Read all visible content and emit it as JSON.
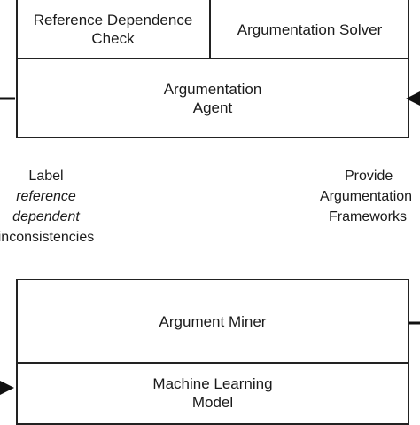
{
  "top_module": {
    "reference_check": "Reference Dependence\nCheck",
    "solver": "Argumentation Solver",
    "agent": "Argumentation\nAgent"
  },
  "bottom_module": {
    "miner": "Argument Miner",
    "ml_model": "Machine Learning\nModel"
  },
  "left_label": {
    "line1": "Label",
    "line2": "reference",
    "line3": "dependent",
    "line4": "inconsistencies"
  },
  "right_label": {
    "line1": "Provide",
    "line2": "Argumentation",
    "line3": "Frameworks"
  }
}
